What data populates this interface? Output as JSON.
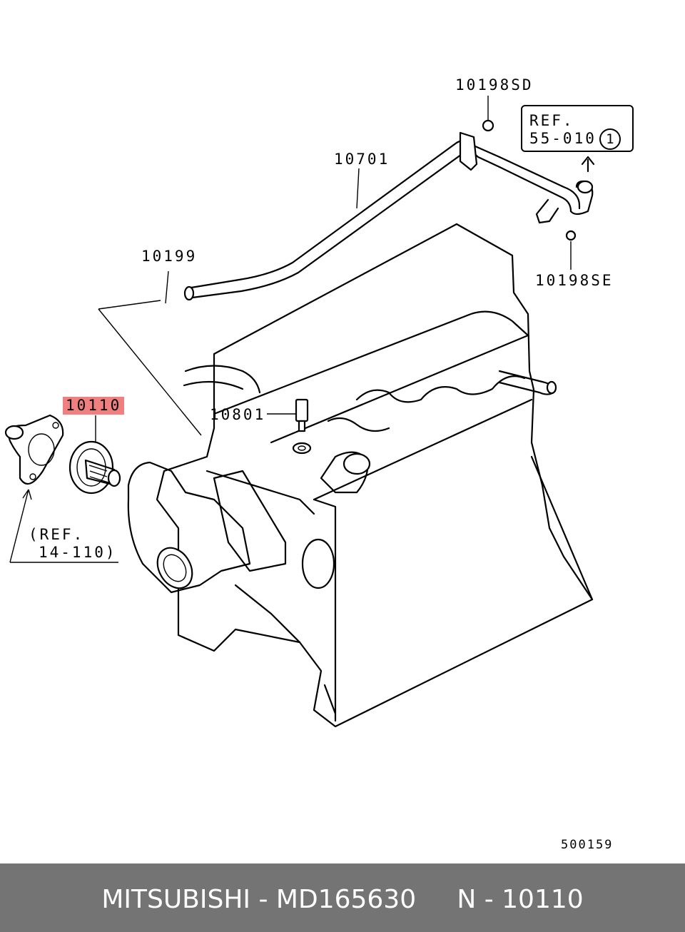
{
  "parts": {
    "p10198sd": "10198SD",
    "p10701": "10701",
    "p10199": "10199",
    "p10198se": "10198SE",
    "p10110": "10110",
    "p10801": "10801"
  },
  "ref_55": {
    "line1": "REF.",
    "line2": "55-010",
    "circled": "1"
  },
  "ref_14": {
    "line1": "(REF.",
    "line2": "14-110)"
  },
  "diagram_code": "500159",
  "footer": {
    "text": "MITSUBISHI - MD165630     N - 10110"
  },
  "colors": {
    "highlight": "#f08080",
    "footer_bg": "#747474",
    "footer_text": "#ffffff"
  }
}
